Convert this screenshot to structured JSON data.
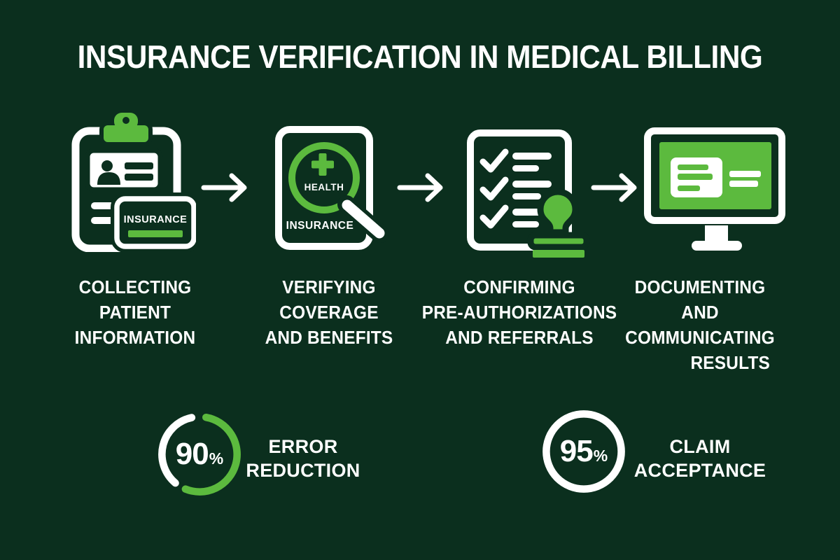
{
  "title": "INSURANCE VERIFICATION IN MEDICAL BILLING",
  "colors": {
    "background": "#0B2F1E",
    "green": "#5CBA3E",
    "white": "#FFFFFF"
  },
  "steps": [
    {
      "icon": "clipboard-id-card-icon",
      "label_lines": [
        "COLLECTING",
        "PATIENT",
        "INFORMATION"
      ],
      "icon_text": {
        "card": "INSURANCE"
      }
    },
    {
      "icon": "health-insurance-magnifier-icon",
      "label_lines": [
        "VERIFYING",
        "COVERAGE",
        "AND BENEFITS"
      ],
      "icon_text": {
        "magnifier": "HEALTH",
        "document": "INSURANCE"
      }
    },
    {
      "icon": "checklist-stamp-icon",
      "label_lines": [
        "CONFIRMING",
        "PRE-AUTHORIZATIONS",
        "AND REFERRALS"
      ]
    },
    {
      "icon": "monitor-results-icon",
      "label_lines": [
        "DOCUMENTING",
        "AND",
        "COMMUNICATING",
        "RESULTS"
      ]
    }
  ],
  "stats": [
    {
      "value": "90",
      "unit": "%",
      "label_lines": [
        "ERROR",
        "REDUCTION"
      ]
    },
    {
      "value": "95",
      "unit": "%",
      "label_lines": [
        "CLAIM",
        "ACCEPTANCE"
      ]
    }
  ]
}
